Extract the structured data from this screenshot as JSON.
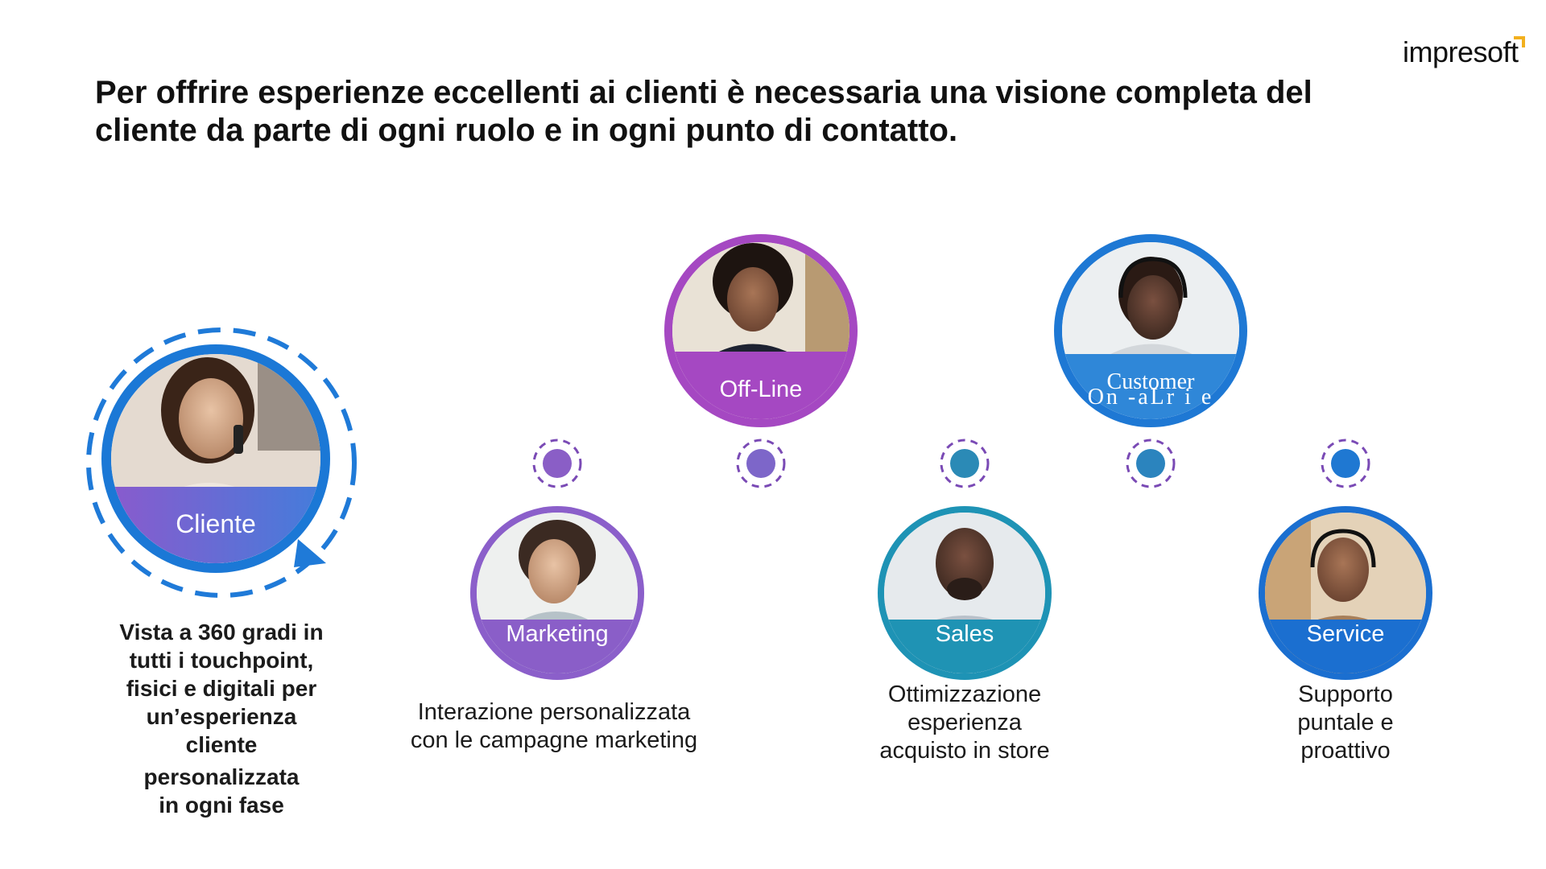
{
  "logo": {
    "text": "impresoft",
    "accent": "#f2b01e"
  },
  "title": {
    "line1": "Per offrire esperienze eccellenti ai clienti è necessaria una visione completa del",
    "line2": "cliente da parte di ogni ruolo e in ogni punto di contatto."
  },
  "colors": {
    "purple": "#9146c2",
    "violet": "#7e5cc8",
    "teal": "#2196b8",
    "blue": "#1e78d2",
    "line_start": "#9a52c4",
    "line_end": "#2a7fd4"
  },
  "nodes": [
    {
      "id": "cliente",
      "label": "Cliente",
      "icon": "person-phone-photo"
    },
    {
      "id": "marketing",
      "label": "Marketing",
      "icon": "person-photo"
    },
    {
      "id": "offline",
      "label": "Off-Line",
      "icon": "person-photo"
    },
    {
      "id": "sales",
      "label": "Sales",
      "icon": "person-photo"
    },
    {
      "id": "customer",
      "label": "Customer",
      "label_overlay": "On -aLr i e",
      "icon": "person-headset-photo"
    },
    {
      "id": "service",
      "label": "Service",
      "icon": "person-headset-photo"
    }
  ],
  "descriptions": {
    "cliente": [
      "Vista a 360 gradi in",
      "tutti i touchpoint,",
      "fisici e digitali per",
      "un’esperienza",
      "cliente",
      "personalizzata",
      "in ogni fase"
    ],
    "marketing": [
      "Interazione personalizzata",
      "con le campagne marketing"
    ],
    "sales": [
      "Ottimizzazione",
      "esperienza",
      "acquisto in store"
    ],
    "service": [
      "Supporto",
      "puntale e",
      "proattivo"
    ]
  }
}
